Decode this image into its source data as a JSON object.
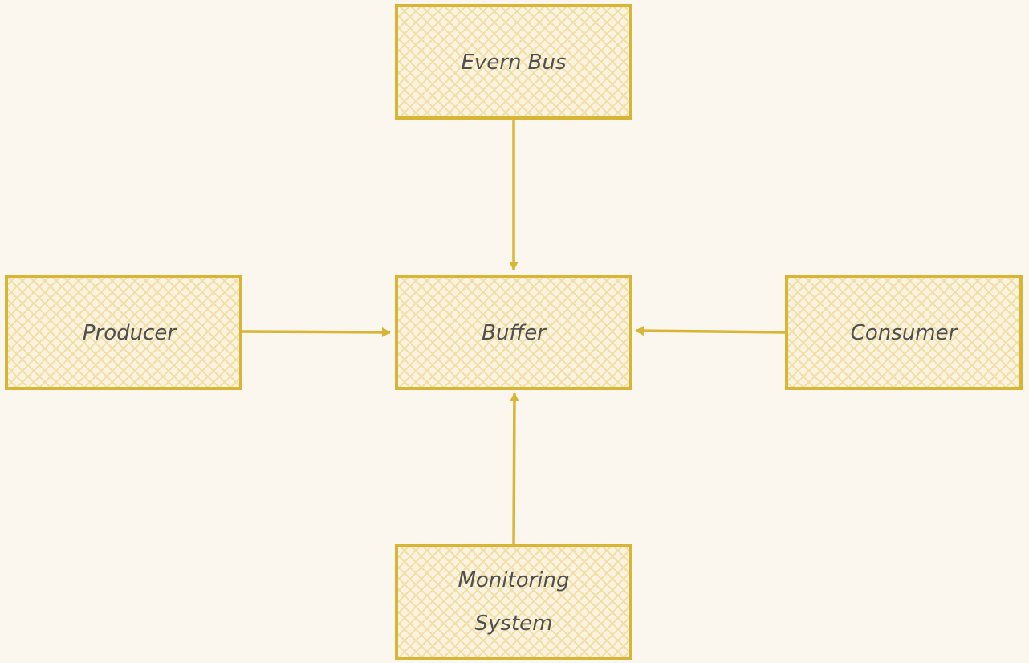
{
  "colors": {
    "background": "#fcf7ee",
    "node_fill": "#fbf3df",
    "node_stroke": "#d8b535",
    "hatch": "#f0dea5",
    "arrow": "#d8b535",
    "text": "#4f4f4f"
  },
  "nodes": {
    "event_bus": {
      "label": "Evern Bus"
    },
    "producer": {
      "label": "Producer"
    },
    "buffer": {
      "label": "Buffer"
    },
    "consumer": {
      "label": "Consumer"
    },
    "monitoring": {
      "label_line1": "Monitoring",
      "label_line2": "System"
    }
  },
  "edges": [
    {
      "from": "event_bus",
      "to": "buffer"
    },
    {
      "from": "producer",
      "to": "buffer"
    },
    {
      "from": "consumer",
      "to": "buffer"
    },
    {
      "from": "monitoring",
      "to": "buffer"
    }
  ]
}
